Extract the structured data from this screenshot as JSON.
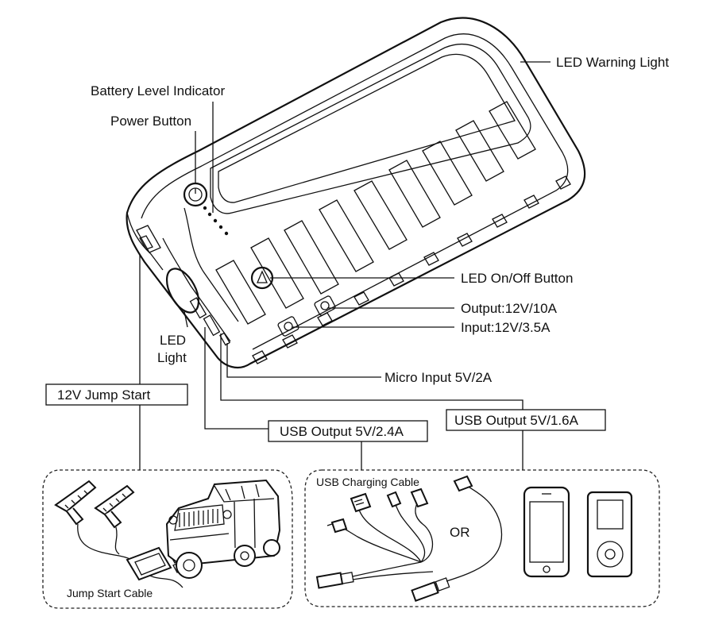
{
  "labels": {
    "led_warning_light": "LED Warning Light",
    "battery_level_indicator": "Battery Level Indicator",
    "power_button": "Power Button",
    "led_on_off_button": "LED On/Off Button",
    "output_12v": "Output:12V/10A",
    "input_12v": "Input:12V/3.5A",
    "led_light_line1": "LED",
    "led_light_line2": "Light",
    "micro_input": "Micro Input 5V/2A",
    "jump_start_box": "12V Jump Start",
    "usb_output_24": "USB Output 5V/2.4A",
    "usb_output_16": "USB Output 5V/1.6A",
    "usb_charging_cable": "USB Charging Cable",
    "or": "OR",
    "jump_start_cable": "Jump Start Cable"
  }
}
